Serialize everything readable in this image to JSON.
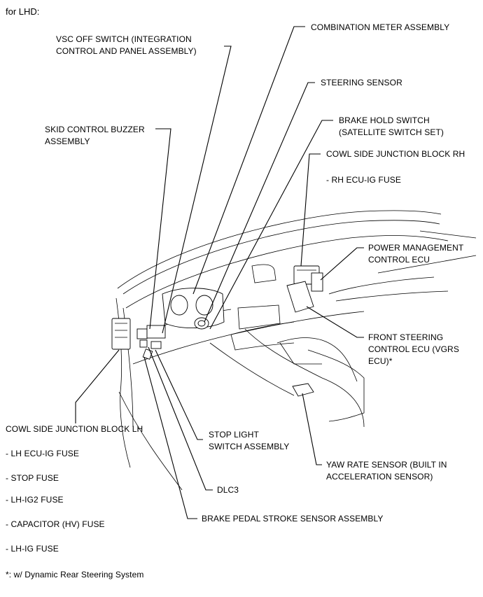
{
  "header": {
    "title": "for LHD:"
  },
  "labels": {
    "vsc_off_line1": "VSC OFF SWITCH (INTEGRATION",
    "vsc_off_line2": "CONTROL AND PANEL ASSEMBLY)",
    "combination_meter": "COMBINATION METER ASSEMBLY",
    "steering_sensor": "STEERING SENSOR",
    "skid_buzzer_line1": "SKID CONTROL BUZZER",
    "skid_buzzer_line2": "ASSEMBLY",
    "brake_hold_line1": "BRAKE HOLD SWITCH",
    "brake_hold_line2": "(SATELLITE SWITCH SET)",
    "cowl_rh": "COWL SIDE JUNCTION BLOCK RH",
    "rh_ecu_ig_fuse": "- RH ECU-IG FUSE",
    "power_mgmt_line1": "POWER MANAGEMENT",
    "power_mgmt_line2": "CONTROL ECU",
    "front_steering_line1": "FRONT STEERING",
    "front_steering_line2": "CONTROL ECU (VGRS",
    "front_steering_line3": "ECU)*",
    "cowl_lh": "COWL SIDE JUNCTION BLOCK LH",
    "stop_light_line1": "STOP LIGHT",
    "stop_light_line2": "SWITCH ASSEMBLY",
    "lh_ecu_ig_fuse": "- LH ECU-IG FUSE",
    "yaw_rate_line1": "YAW RATE SENSOR (BUILT IN",
    "yaw_rate_line2": "ACCELERATION SENSOR)",
    "stop_fuse": "- STOP FUSE",
    "dlc3": "DLC3",
    "lh_ig2_fuse": "- LH-IG2 FUSE",
    "capacitor_fuse": "- CAPACITOR (HV) FUSE",
    "brake_pedal": "BRAKE PEDAL STROKE SENSOR ASSEMBLY",
    "lh_ig_fuse": "- LH-IG FUSE"
  },
  "footnote": "*: w/ Dynamic Rear Steering System"
}
